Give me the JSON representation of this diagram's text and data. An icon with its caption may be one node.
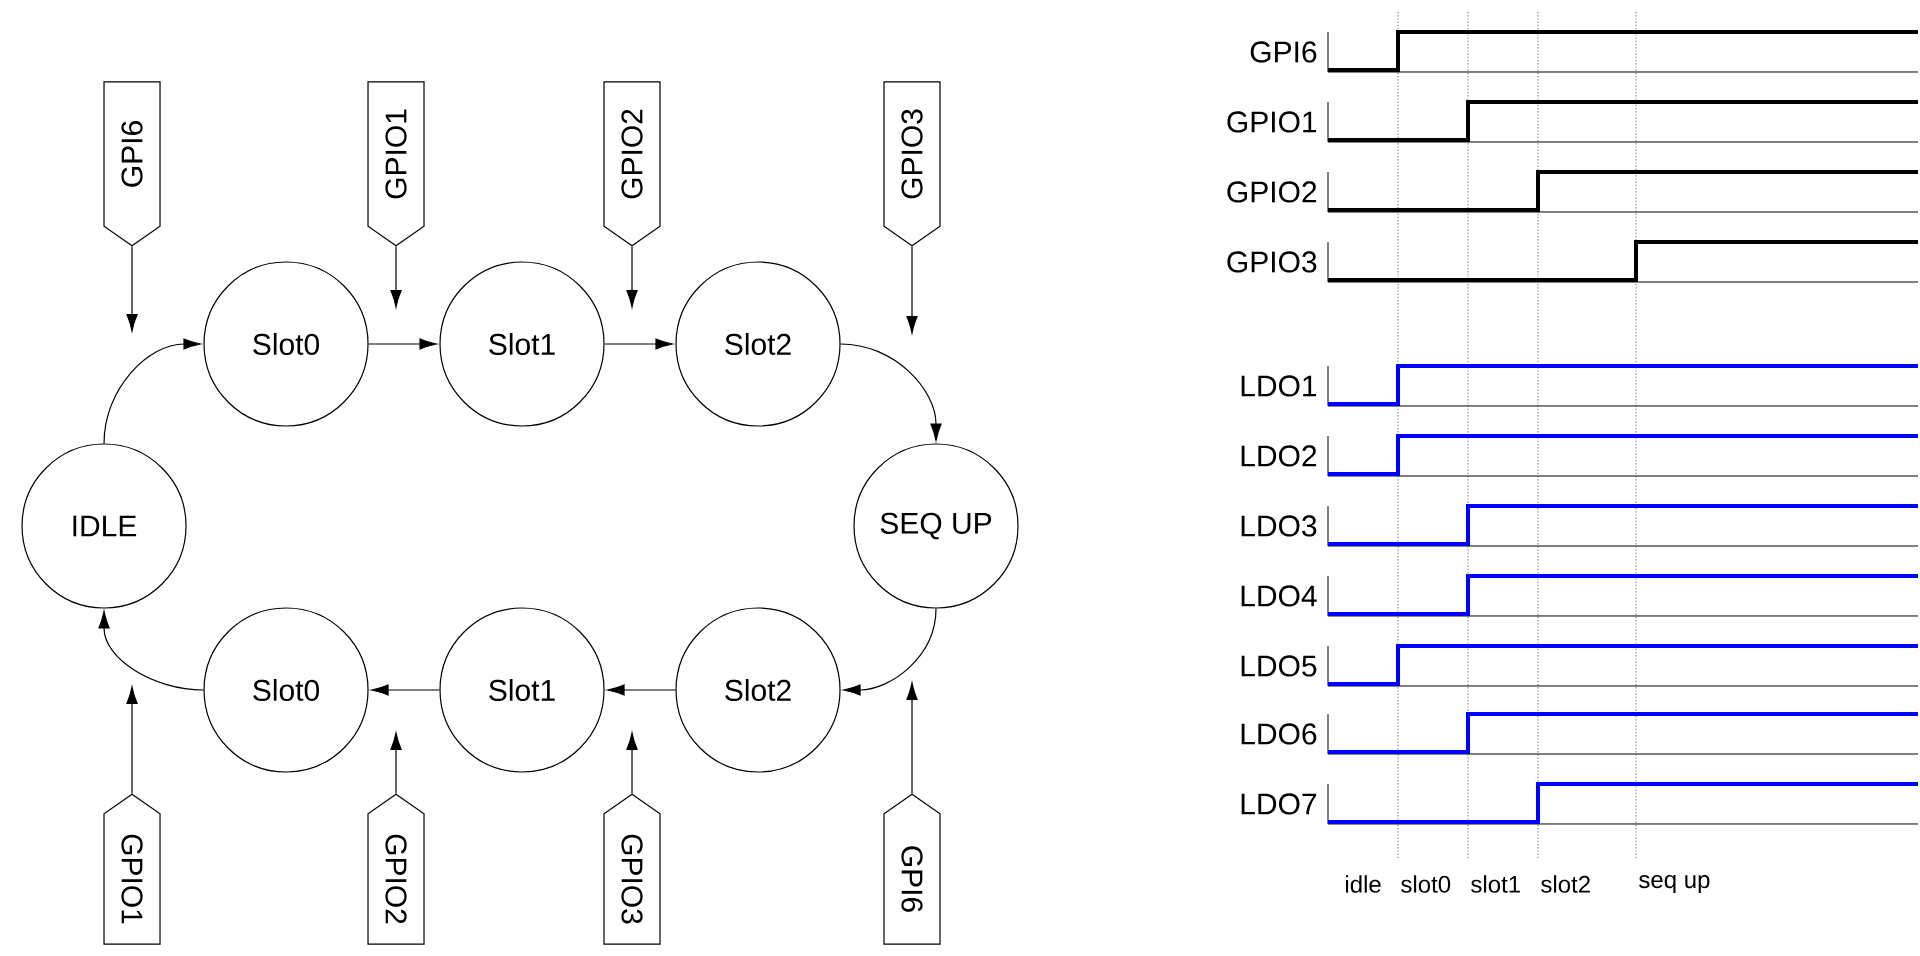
{
  "diagram": {
    "nodes": [
      {
        "text": [
          "GPI6"
        ]
      },
      {
        "text": [
          "GPIO1"
        ]
      },
      {
        "text": [
          "GPIO2"
        ]
      },
      {
        "text": [
          "GPIO3"
        ]
      },
      {
        "text": [
          "Slot0"
        ]
      },
      {
        "text": [
          "Slot1"
        ]
      },
      {
        "text": [
          "Slot2"
        ]
      },
      {
        "text": [
          "IDLE"
        ]
      },
      {
        "text": [
          "SEQ UP"
        ]
      },
      {
        "text": [
          "Slot0"
        ]
      },
      {
        "text": [
          "Slot1"
        ]
      },
      {
        "text": [
          "Slot2"
        ]
      },
      {
        "text": [
          "GPIO1"
        ]
      },
      {
        "text": [
          "GPIO2"
        ]
      },
      {
        "text": [
          "GPIO3"
        ]
      },
      {
        "text": [
          "GPI6"
        ]
      }
    ],
    "edges": [
      {
        "from": 7,
        "to": 4,
        "arrow": "to"
      },
      {
        "from": 4,
        "to": 5,
        "arrow": "to"
      },
      {
        "from": 5,
        "to": 6,
        "arrow": "to"
      },
      {
        "from": 6,
        "to": 8,
        "arrow": "to"
      },
      {
        "from": 8,
        "to": 11,
        "arrow": "to"
      },
      {
        "from": 11,
        "to": 10,
        "arrow": "to"
      },
      {
        "from": 10,
        "to": 9,
        "arrow": "to"
      },
      {
        "from": 9,
        "to": 7,
        "arrow": "to"
      },
      {
        "from": 0,
        "to": null,
        "arrow": "to"
      },
      {
        "from": 1,
        "to": null,
        "arrow": "to"
      },
      {
        "from": 2,
        "to": null,
        "arrow": "to"
      },
      {
        "from": 3,
        "to": null,
        "arrow": "to"
      },
      {
        "from": 12,
        "to": null,
        "arrow": "to"
      },
      {
        "from": 13,
        "to": null,
        "arrow": "to"
      },
      {
        "from": 14,
        "to": null,
        "arrow": "to"
      },
      {
        "from": 15,
        "to": null,
        "arrow": "to"
      }
    ],
    "labels": [
      "GPI6",
      "GPIO1",
      "GPIO2",
      "GPIO3",
      "LDO1",
      "LDO2",
      "LDO3",
      "LDO4",
      "LDO5",
      "LDO6",
      "LDO7",
      "idle",
      "slot0",
      "slot1",
      "slot2",
      "seq up"
    ]
  }
}
